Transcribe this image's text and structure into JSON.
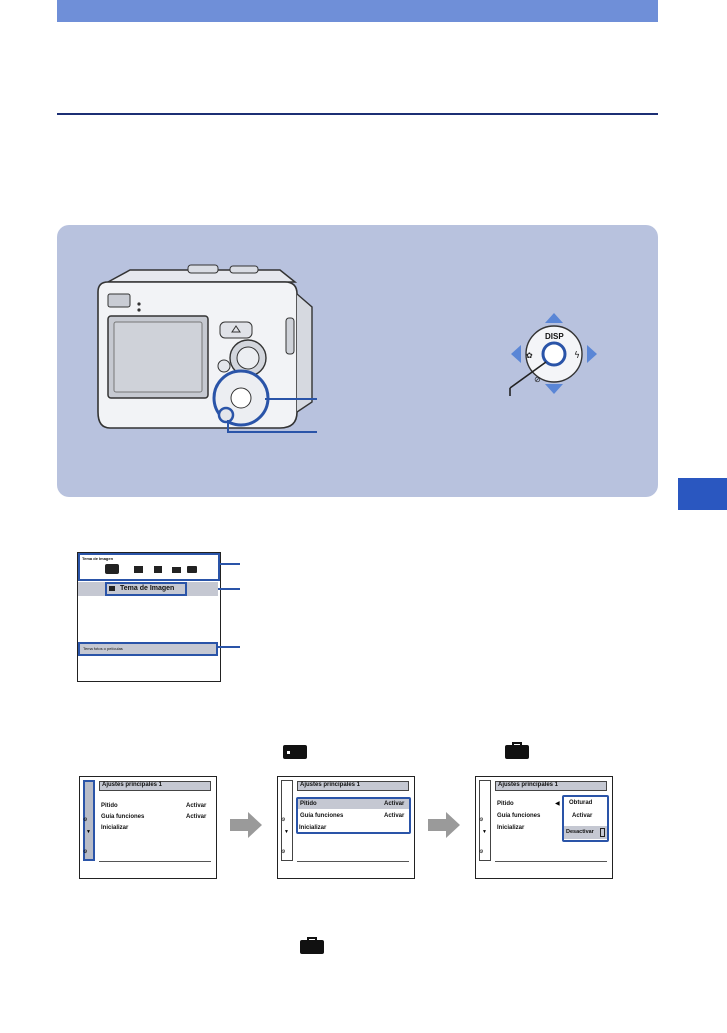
{
  "camera_dial": {
    "disp_label": "DISP"
  },
  "menu_screen": {
    "header_label": "Tema de Imagen",
    "selected_item": "Tema de Imagen",
    "footer_hint": "Tema fotos o películas"
  },
  "setup_screens": {
    "panel_title": "Ajustes principales 1",
    "rows": [
      {
        "label": "Pitido",
        "value": "Activar"
      },
      {
        "label": "Guía funciones",
        "value": "Activar"
      },
      {
        "label": "Inicializar",
        "value": ""
      }
    ],
    "options": [
      "Obturad",
      "Activar",
      "Desactivar"
    ]
  },
  "colors": {
    "top_bar": "#6f8fd8",
    "rule": "#1c2f74",
    "panel_bg": "#b8c2de",
    "highlight": "#2a54a8",
    "side_tab": "#2a57c0",
    "arrow_gray": "#9a9a9a",
    "dial_arrow": "#5a86d6"
  },
  "icons": [
    "camera-mode-icon",
    "movie-mode-icon",
    "stamp-mode-icon",
    "memory-card-icon",
    "toolbox-icon",
    "disp-dial-icon",
    "macro-icon",
    "flash-icon",
    "self-timer-icon"
  ]
}
